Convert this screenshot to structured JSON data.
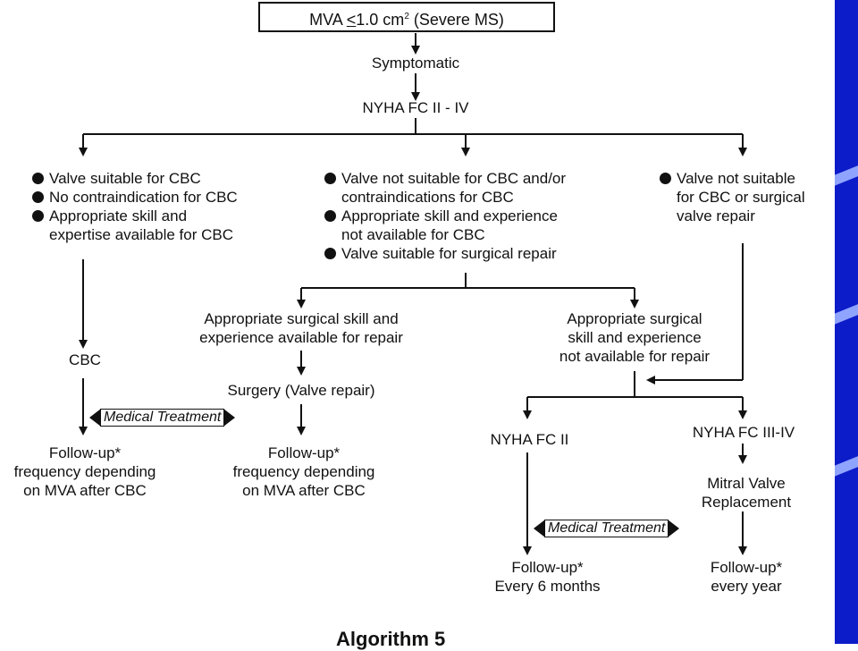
{
  "top_box": {
    "prefix": "MVA ",
    "le": "<",
    "value": "1.0 cm",
    "sup": "2",
    "suffix": " (Severe MS)"
  },
  "symptomatic": "Symptomatic",
  "nyha_root": "NYHA FC II - IV",
  "left_branch": [
    "Valve suitable for CBC",
    "No contraindication for CBC",
    "Appropriate skill and",
    "expertise available for CBC"
  ],
  "middle_branch": [
    "Valve not suitable for CBC and/or",
    "contraindications for CBC",
    "Appropriate skill and experience",
    "not available for CBC",
    "Valve suitable for surgical repair"
  ],
  "right_branch": [
    "Valve not suitable",
    "for CBC or surgical",
    "valve repair"
  ],
  "surgical_available": [
    "Appropriate surgical skill and",
    "experience available for repair"
  ],
  "surgical_not_available": [
    "Appropriate surgical",
    "skill and experience",
    "not available for repair"
  ],
  "cbc": "CBC",
  "surgery": "Surgery (Valve repair)",
  "medical_treatment": "Medical Treatment",
  "followup_cbc": [
    "Follow-up*",
    "frequency depending",
    "on MVA after CBC"
  ],
  "followup_surgery": [
    "Follow-up*",
    "frequency depending",
    "on MVA after CBC"
  ],
  "nyha_ii": "NYHA FC II",
  "nyha_iii_iv": "NYHA FC III-IV",
  "mvr": [
    "Mitral Valve",
    "Replacement"
  ],
  "followup_6m": [
    "Follow-up*",
    "Every 6 months"
  ],
  "followup_year": [
    "Follow-up*",
    "every year"
  ],
  "caption": "Algorithm 5",
  "colors": {
    "side_band": "#0d1cc9",
    "ink": "#111111"
  }
}
